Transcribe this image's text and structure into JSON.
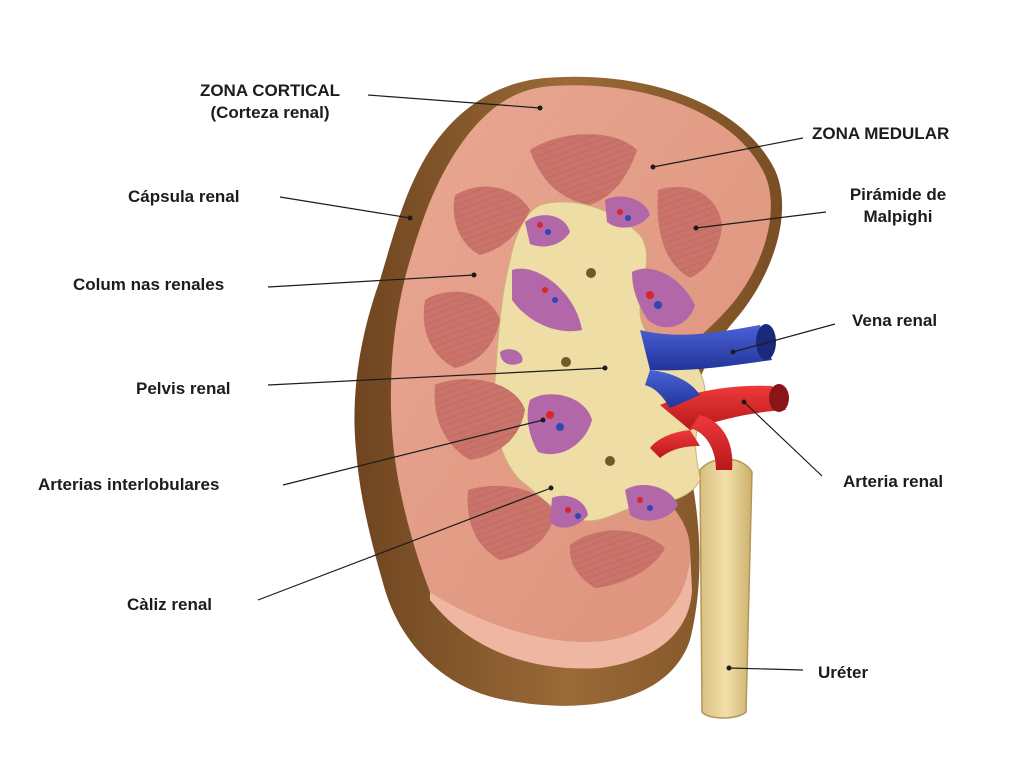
{
  "diagram": {
    "subject": "Corte frontal de riñón",
    "labels": {
      "zona_cortical": "ZONA CORTICAL",
      "corteza_renal": "(Corteza renal)",
      "zona_medular": "ZONA MEDULAR",
      "capsula_renal": "Cápsula renal",
      "piramide_1": "Pirámide de",
      "piramide_2": "Malpighi",
      "columnas_renales": "Colum nas renales",
      "vena_renal": "Vena renal",
      "pelvis_renal": "Pelvis renal",
      "arterias_interlobulares": "Arterias interlobulares",
      "arteria_renal": "Arteria renal",
      "caliz_renal": "Càliz renal",
      "ureter": "Uréter"
    },
    "colors": {
      "capsule": "#8a5a2c",
      "cortex": "#e6a28c",
      "medulla_pyramid": "#c9736a",
      "pelvis": "#eedda5",
      "calyx": "#b268a8",
      "vein": "#2f45b8",
      "artery": "#d8262a",
      "ureter": "#e8d29a"
    }
  }
}
